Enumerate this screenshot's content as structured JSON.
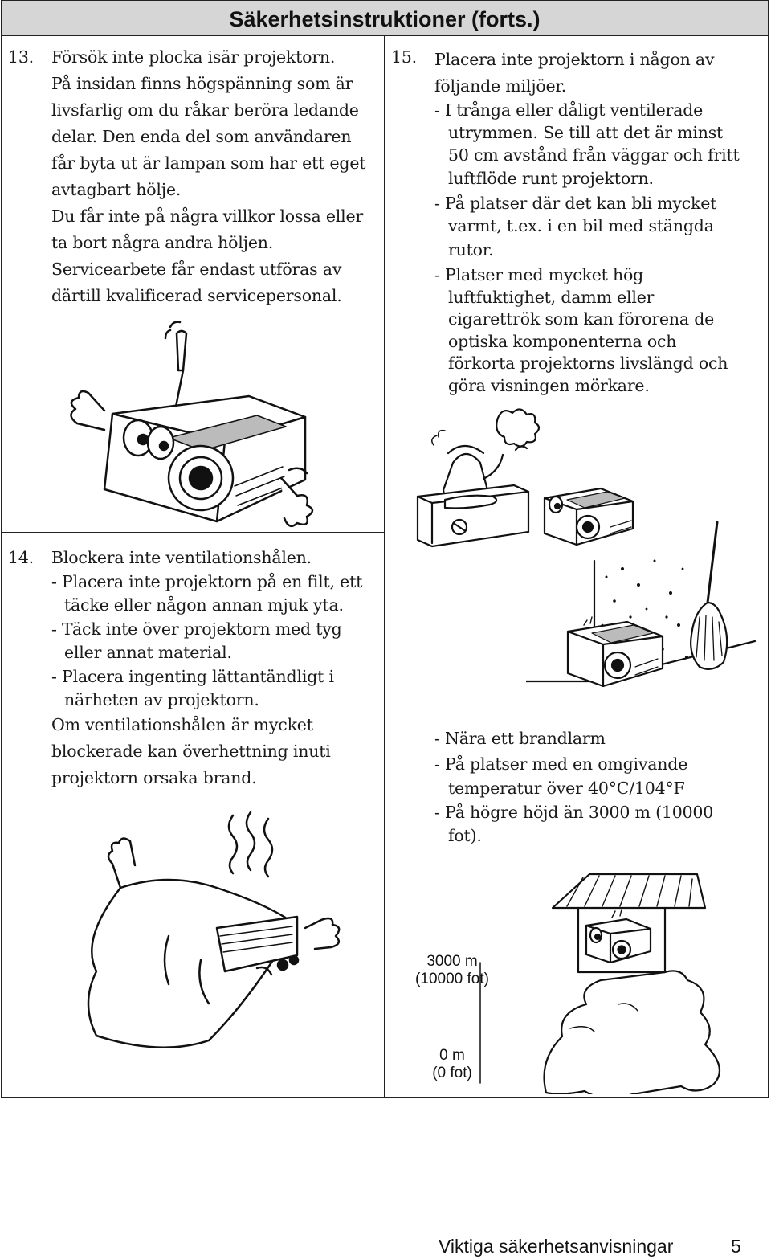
{
  "header": {
    "title": "Säkerhetsinstruktioner (forts.)"
  },
  "item13": {
    "number": "13.",
    "lines": [
      "Försök inte plocka isär projektorn.",
      "På insidan finns högspänning som är",
      "livsfarlig om du råkar beröra ledande",
      "delar. Den enda del som användaren",
      "får byta ut är lampan som har ett eget",
      "avtagbart hölje.",
      "Du får inte på några villkor lossa eller",
      "ta bort några andra höljen.",
      "Servicearbete får endast utföras av",
      "därtill kvalificerad servicepersonal."
    ]
  },
  "item14": {
    "number": "14.",
    "heading": "Blockera inte ventilationshålen.",
    "bullets": [
      "- Placera inte projektorn på en filt, ett",
      "täcke eller någon annan mjuk yta.",
      "- Täck inte över projektorn med tyg",
      "eller annat material.",
      "- Placera ingenting lättantändligt i",
      "närheten av projektorn."
    ],
    "closing": [
      "Om ventilationshålen är mycket",
      "blockerade kan överhettning inuti",
      "projektorn orsaka brand."
    ]
  },
  "item15": {
    "number": "15.",
    "heading": [
      "Placera inte projektorn i någon av",
      "följande miljöer."
    ],
    "bullets_a": [
      "- I trånga eller dåligt ventilerade",
      "utrymmen. Se till att det är minst",
      "50 cm avstånd från väggar och fritt",
      "luftflöde runt projektorn.",
      "- På platser där det kan bli mycket",
      "varmt, t.ex. i en bil med stängda",
      "rutor.",
      "- Platser med mycket hög",
      "luftfuktighet, damm eller",
      "cigarettrök som kan förorena de",
      "optiska komponenterna och",
      "förkorta projektorns livslängd och",
      "göra visningen mörkare."
    ],
    "bullets_b": [
      "- Nära ett brandlarm",
      "- På platser med en omgivande",
      "temperatur över 40°C/104°F",
      "- På högre höjd än 3000 m (10000",
      "fot)."
    ],
    "altitude_top": [
      "3000 m",
      "(10000 fot)"
    ],
    "altitude_bottom": [
      "0 m",
      "(0 fot)"
    ]
  },
  "footer": {
    "section": "Viktiga säkerhetsanvisningar",
    "page": "5"
  },
  "icons": [
    "projector-screwdriver-illustration",
    "projector-blanket-illustration",
    "kettle-stove-projector-illustration",
    "broom-dust-projector-illustration",
    "mountain-house-projector-illustration"
  ]
}
